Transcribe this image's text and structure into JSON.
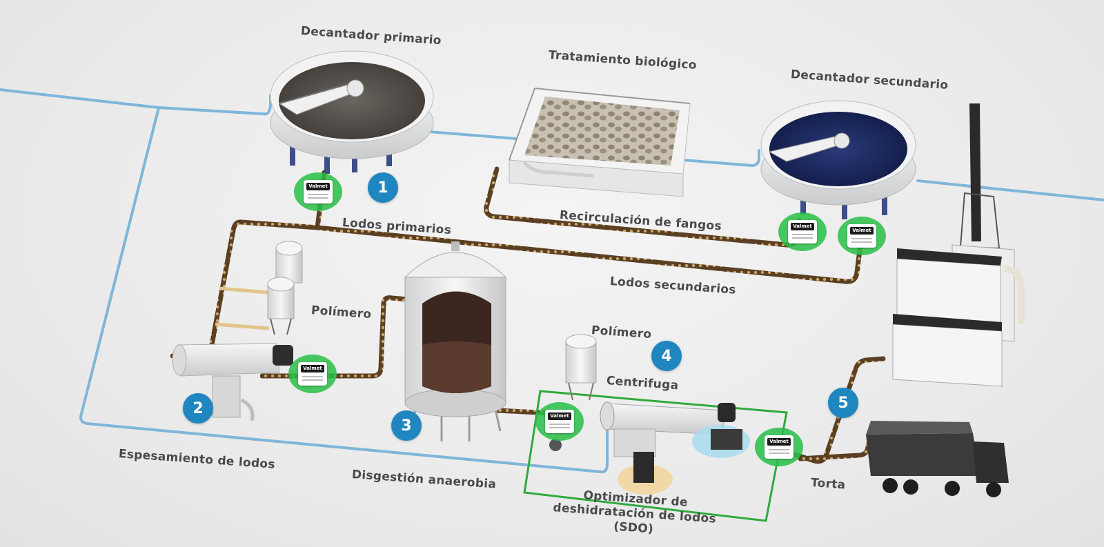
{
  "brand": {
    "name": "Valmet",
    "accent": "#1f86c0",
    "sensor_color": "#2dbe46",
    "water_line": "#7fb6d8",
    "sludge_line": "#6a4a2a"
  },
  "labels": {
    "decantador_primario": "Decantador primario",
    "tratamiento_biologico": "Tratamiento biológico",
    "decantador_secundario": "Decantador secundario",
    "lodos_primarios": "Lodos primarios",
    "recirculacion": "Recirculación de fangos",
    "lodos_secundarios": "Lodos secundarios",
    "polimero_1": "Polímero",
    "polimero_2": "Polímero",
    "centrifuga": "Centrifuga",
    "espesamiento": "Espesamiento de lodos",
    "digestion": "Disgestión anaerobia",
    "sdo": "Optimizador de deshidratación de lodos (SDO)",
    "torta": "Torta"
  },
  "badges": [
    "1",
    "2",
    "3",
    "4",
    "5"
  ],
  "icons": [
    "valmet-sensor-icon",
    "clarifier-icon",
    "aeration-tank-icon",
    "digester-tank-icon",
    "polymer-silo-icon",
    "centrifuge-icon",
    "boiler-building-icon",
    "chimney-icon",
    "dump-truck-icon"
  ]
}
